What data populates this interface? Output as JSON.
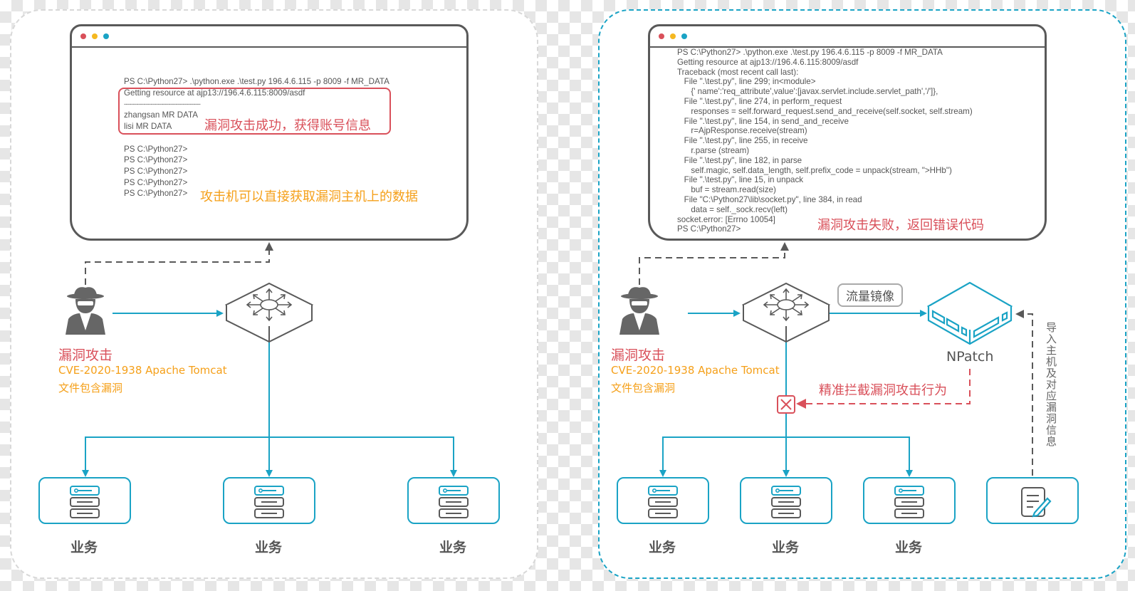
{
  "colors": {
    "accent_cyan": "#1aa3c5",
    "alert_red": "#d9505a",
    "warning_orange": "#f5a01a",
    "gray_line": "#595959",
    "dot_red": "#d9505a",
    "dot_yellow": "#f5b820",
    "dot_cyan": "#1aa3c5"
  },
  "left": {
    "terminal": {
      "command": "PS C:\\Python27> .\\python.exe .\\test.py 196.4.6.115 -p 8009 -f MR_DATA",
      "highlight_lines": [
        "Getting resource at ajp13://196.4.6.115:8009/asdf",
        "-------------------------------------------",
        "zhangsan MR DATA",
        "lisi MR DATA"
      ],
      "prompts": [
        "PS C:\\Python27>",
        "PS C:\\Python27>",
        "PS C:\\Python27>",
        "PS C:\\Python27>",
        "PS C:\\Python27>"
      ],
      "success_callout": "漏洞攻击成功，获得账号信息",
      "data_callout": "攻击机可以直接获取漏洞主机上的数据"
    },
    "attacker": {
      "title": "漏洞攻击",
      "cve": "CVE-2020-1938 Apache Tomcat",
      "desc": "文件包含漏洞"
    },
    "servers": [
      {
        "label": "业务"
      },
      {
        "label": "业务"
      },
      {
        "label": "业务"
      }
    ]
  },
  "right": {
    "terminal": {
      "lines": [
        "PS C:\\Python27> .\\python.exe .\\test.py 196.4.6.115 -p 8009 -f MR_DATA",
        "Getting resource at ajp13://196.4.6.115:8009/asdf",
        "Traceback (most recent call last):",
        "   File \".\\test.py\", line 299; in<module>",
        "      {' name':'req_attribute',value':[javax.servlet.include.servlet_path','/']},",
        "   File \".\\test.py\", line 274, in perform_request",
        "      responses = self.forward_request.send_and_receive(self.socket, self.stream)",
        "   File \".\\test.py\", line 154, in send_and_receive",
        "      r=AjpResponse.receive(stream)",
        "   File \".\\test.py\", line 255, in receive",
        "      r.parse (stream)",
        "   File \".\\test.py\", line 182, in parse",
        "      self.magic, self.data_length, self.prefix_code = unpack(stream, \">HHb\")",
        "   File \".\\test.py\", line 15, in unpack",
        "      buf = stream.read(size)",
        "   File \"C:\\Python27\\lib\\socket.py\", line 384, in read",
        "      data = self._sock.recv(left)",
        "socket.error: [Errno 10054]",
        "PS C:\\Python27>"
      ],
      "fail_callout": "漏洞攻击失败，返回错误代码"
    },
    "attacker": {
      "title": "漏洞攻击",
      "cve": "CVE-2020-1938 Apache Tomcat",
      "desc": "文件包含漏洞"
    },
    "mirror_label": "流量镜像",
    "npatch_label": "NPatch",
    "block_label": "精准拦截漏洞攻击行为",
    "import_label": "导入主机及对应漏洞信息",
    "servers": [
      {
        "label": "业务"
      },
      {
        "label": "业务"
      },
      {
        "label": "业务"
      }
    ]
  }
}
